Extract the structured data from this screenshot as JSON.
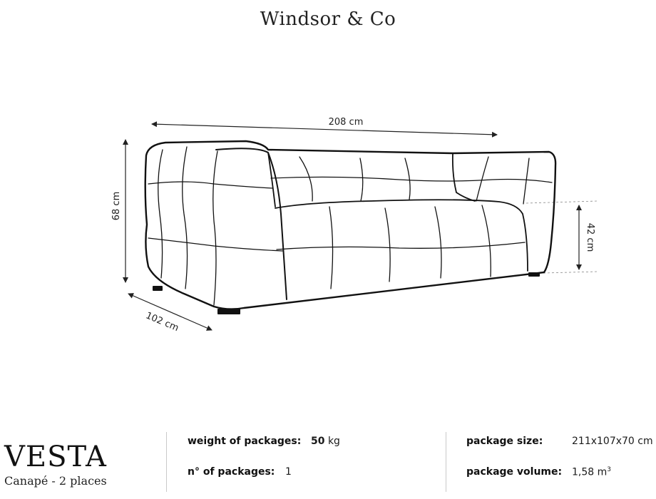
{
  "brand": "Windsor & Co",
  "dimensions": {
    "width": "208 cm",
    "height": "68 cm",
    "depth": "102 cm",
    "seat_height": "42 cm"
  },
  "product": {
    "name": "VESTA",
    "subtitle": "Canapé - 2 places"
  },
  "specs": {
    "weight_label": "weight of packages:",
    "weight_value": "50",
    "weight_unit": "kg",
    "count_label": "n° of packages:",
    "count_value": "1",
    "size_label": "package size:",
    "size_value": "211x107x70 cm",
    "volume_label": "package volume:",
    "volume_value": "1,58 m",
    "volume_sup": "3"
  },
  "colors": {
    "line": "#111111",
    "divider": "#c9c9c9"
  }
}
